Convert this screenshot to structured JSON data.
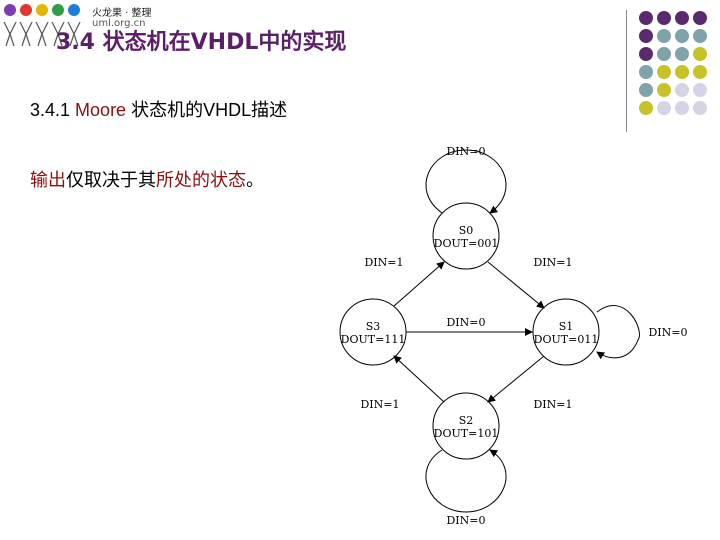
{
  "logo": {
    "line1": "火龙果 · 整理",
    "line2": "uml.org.cn",
    "icon": "stick-figures-logo",
    "colors": [
      "#7b3fb3",
      "#e0392b",
      "#e3b400",
      "#2f9e44",
      "#1c7ed6"
    ]
  },
  "title": "3.4 状态机在VHDL中的实现",
  "subtitle": {
    "number": "3.4.1 ",
    "accent": "Moore",
    "rest": " 状态机的VHDL描述"
  },
  "paragraph": {
    "part1": "输出",
    "part2": "仅取决于其",
    "part3": "所处的状态",
    "part4": "。"
  },
  "decor": {
    "dot_colors": [
      "#5b2a6e",
      "#7fa3a8",
      "#c5c22a",
      "#d4d4e4"
    ]
  },
  "diagram": {
    "states": [
      {
        "id": "s0",
        "name": "S0",
        "output": "DOUT=001"
      },
      {
        "id": "s1",
        "name": "S1",
        "output": "DOUT=011"
      },
      {
        "id": "s2",
        "name": "S2",
        "output": "DOUT=101"
      },
      {
        "id": "s3",
        "name": "S3",
        "output": "DOUT=111"
      }
    ],
    "transitions": {
      "s0_self": "DIN=0",
      "s0_s1": "DIN=1",
      "s3_s0": "DIN=1",
      "s3_s1": "DIN=0",
      "s1_self": "DIN=0",
      "s1_s2": "DIN=1",
      "s2_s3": "DIN=1",
      "s2_self": "DIN=0"
    }
  }
}
